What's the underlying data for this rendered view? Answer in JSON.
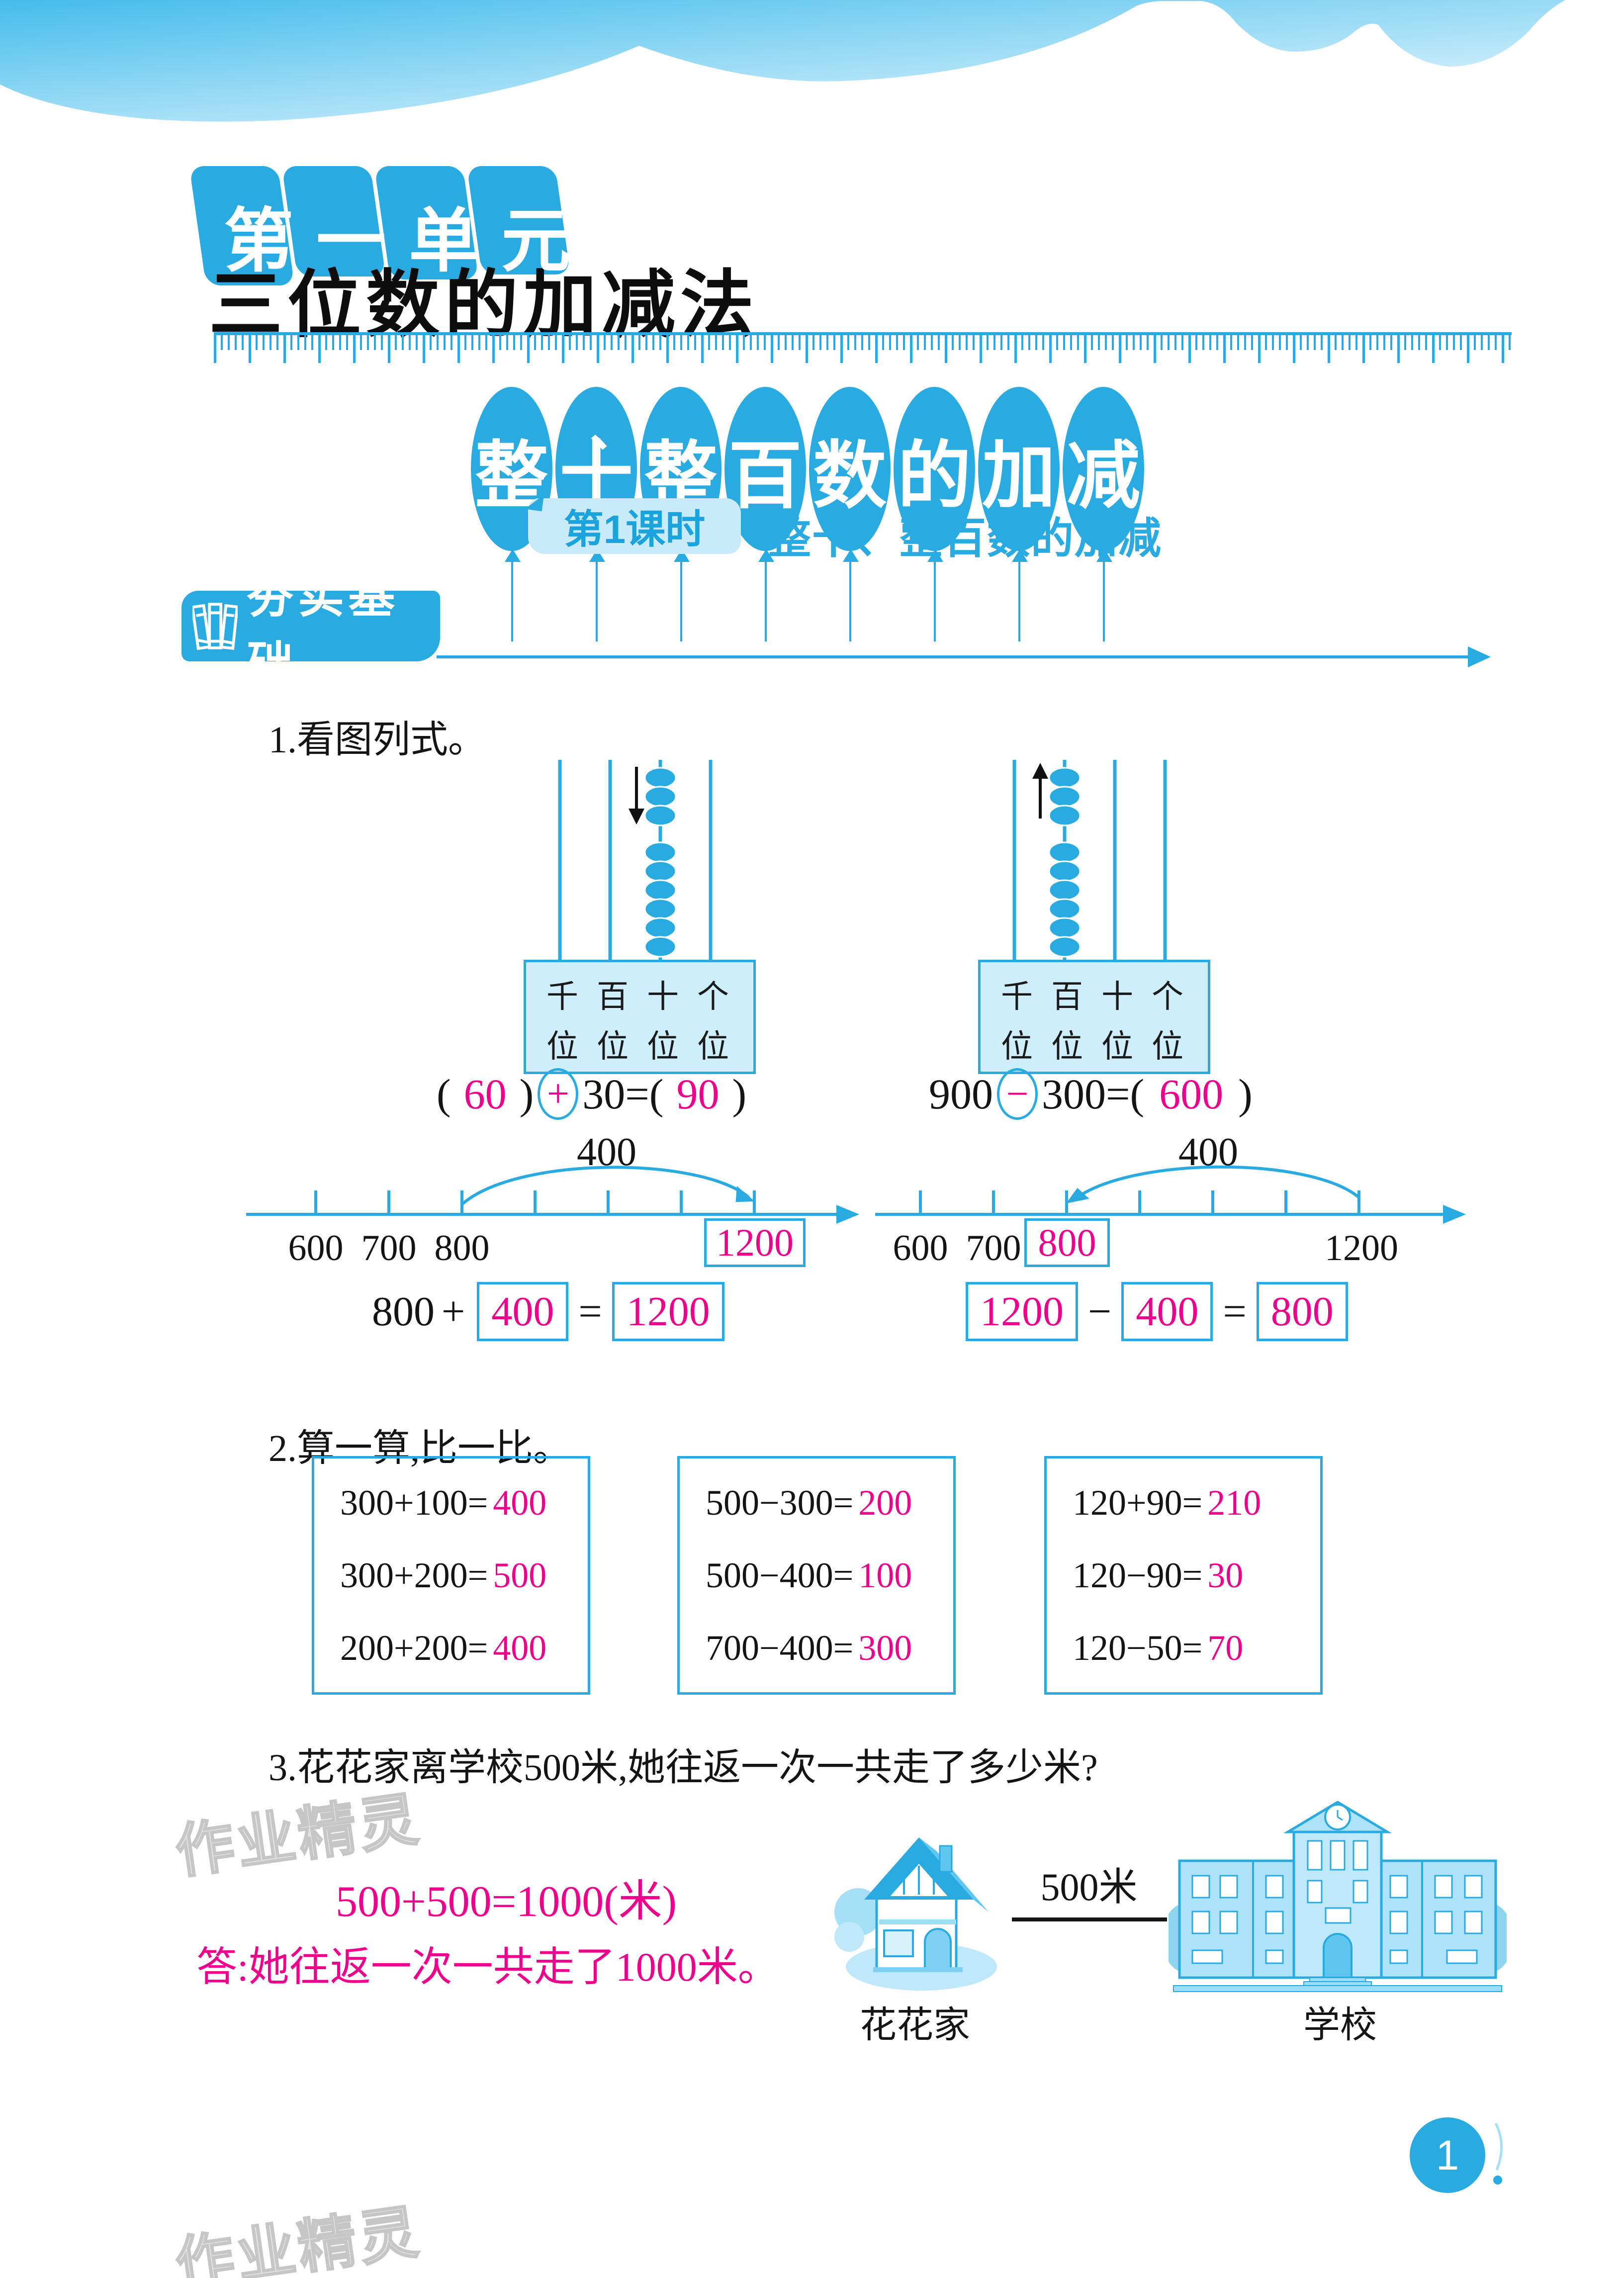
{
  "colors": {
    "blue": "#29abe2",
    "light_blue": "#cfeefb",
    "pink": "#ec008c",
    "badge_bg": "#c9eaf8"
  },
  "page_number": "1",
  "watermark": "作业精灵",
  "header": {
    "unit_chars": [
      "第",
      "一",
      "单",
      "元"
    ],
    "title": "三位数的加减法",
    "balloon_chars": [
      "整",
      "十",
      "整",
      "百",
      "数",
      "的",
      "加",
      "减"
    ],
    "balloon_comma": "、",
    "lesson_badge": "第1课时",
    "lesson_title": "整十、整百数的加减",
    "section_badge": "夯实基础"
  },
  "q1": {
    "label": "1.看图列式。",
    "place_top": [
      "千",
      "百",
      "十",
      "个"
    ],
    "place_bottom": [
      "位",
      "位",
      "位",
      "位"
    ],
    "left_eq": {
      "open1": "(",
      "blank1": "60",
      "close1": ")",
      "op": "+",
      "given": "30",
      "equals": "=",
      "open2": "(",
      "answer": "90",
      "close2": ")"
    },
    "right_eq": {
      "given1": "900",
      "op": "−",
      "given2": "300",
      "equals": "=",
      "open": "(",
      "answer": "600",
      "close": ")"
    },
    "numline_left": {
      "jump": "400",
      "ticks": [
        "600",
        "700",
        "800",
        "1200"
      ],
      "eq": {
        "a": "800",
        "op": "+",
        "b": "400",
        "equals": "=",
        "result": "1200"
      }
    },
    "numline_right": {
      "jump": "400",
      "ticks": [
        "600",
        "700",
        "800",
        "1200"
      ],
      "eq": {
        "a": "1200",
        "op": "−",
        "b": "400",
        "equals": "=",
        "result": "800"
      }
    }
  },
  "q2": {
    "label": "2.算一算,比一比。",
    "boxes": [
      {
        "rows": [
          {
            "expr": "300+100=",
            "ans": "400"
          },
          {
            "expr": "300+200=",
            "ans": "500"
          },
          {
            "expr": "200+200=",
            "ans": "400"
          }
        ]
      },
      {
        "rows": [
          {
            "expr": "500−300=",
            "ans": "200"
          },
          {
            "expr": "500−400=",
            "ans": "100"
          },
          {
            "expr": "700−400=",
            "ans": "300"
          }
        ]
      },
      {
        "rows": [
          {
            "expr": "120+90=",
            "ans": "210"
          },
          {
            "expr": "120−90=",
            "ans": "30"
          },
          {
            "expr": "120−50=",
            "ans": "70"
          }
        ]
      }
    ]
  },
  "q3": {
    "label": "3.花花家离学校500米,她往返一次一共走了多少米?",
    "work": "500+500=1000(米)",
    "answer": "答:她往返一次一共走了1000米。",
    "distance": "500米",
    "house_label": "花花家",
    "school_label": "学校"
  }
}
